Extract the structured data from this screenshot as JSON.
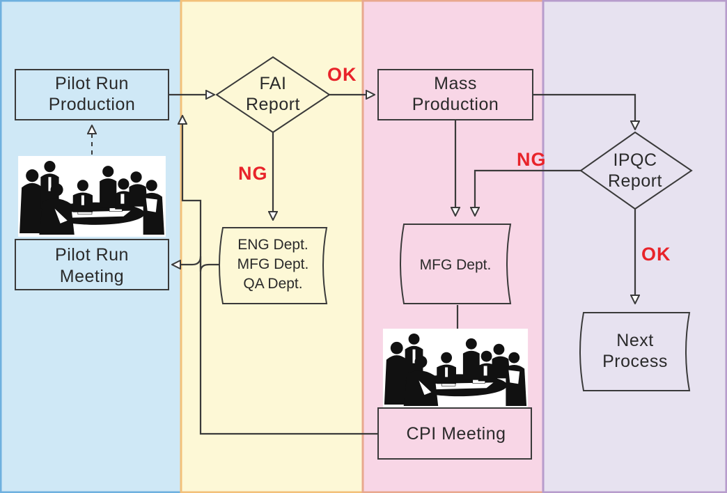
{
  "colors": {
    "lane1": "#cfe8f6",
    "lane1_border": "#6fb0df",
    "lane2": "#fdf8d6",
    "lane2_border": "#f2c07a",
    "lane3": "#f8d6e6",
    "lane3_border": "#e8a88e",
    "lane4": "#e7e2f0",
    "lane4_border": "#b79ccc",
    "ok": "#e8232a",
    "ng": "#e8232a"
  },
  "nodes": {
    "pilot_run_production": [
      "Pilot Run",
      "Production"
    ],
    "fai_report": [
      "FAI",
      "Report"
    ],
    "mass_production": [
      "Mass",
      "Production"
    ],
    "ipqc_report": [
      "IPQC",
      "Report"
    ],
    "pilot_run_meeting": [
      "Pilot Run",
      "Meeting"
    ],
    "eng_mfg_qa_depts": [
      "ENG Dept.",
      "MFG Dept.",
      "QA Dept."
    ],
    "mfg_dept": "MFG Dept.",
    "next_process": [
      "Next",
      "Process"
    ],
    "cpi_meeting": "CPI Meeting"
  },
  "edge_labels": {
    "fai_ok": "OK",
    "fai_ng": "NG",
    "ipqc_ng": "NG",
    "ipqc_ok": "OK"
  },
  "icons": {
    "pilot_meeting_illustration": "meeting-people-icon",
    "cpi_meeting_illustration": "meeting-people-icon"
  }
}
